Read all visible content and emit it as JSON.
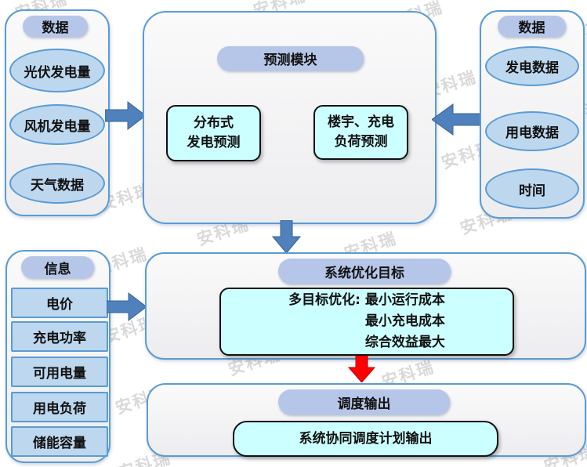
{
  "watermark": {
    "text": "安科瑞",
    "color": "#d9d9d9"
  },
  "colors": {
    "accent_border": "#5b9bd5",
    "arrow_blue": "#4f81bd",
    "arrow_red": "#fe0000",
    "badge_fill": "#b6c6e8",
    "node_fill": "#bdd7ee",
    "highlight_fill": "#ccffff"
  },
  "left_data_group": {
    "title": "数据",
    "items": [
      "光伏发电量",
      "风机发电量",
      "天气数据"
    ]
  },
  "right_data_group": {
    "title": "数据",
    "items": [
      "发电数据",
      "用电数据",
      "时间"
    ]
  },
  "prediction_module": {
    "title": "预测模块",
    "box1": {
      "line1": "分布式",
      "line2": "发电预测"
    },
    "box2": {
      "line1": "楼宇、充电",
      "line2": "负荷预测"
    }
  },
  "info_group": {
    "title": "信息",
    "items": [
      "电价",
      "充电功率",
      "可用电量",
      "用电负荷",
      "储能容量"
    ]
  },
  "optimization": {
    "title": "系统优化目标",
    "line1": "多目标优化: 最小运行成本",
    "line2": "最小充电成本",
    "line3": "综合效益最大"
  },
  "dispatch": {
    "title": "调度输出",
    "output": "系统协同调度计划输出"
  }
}
